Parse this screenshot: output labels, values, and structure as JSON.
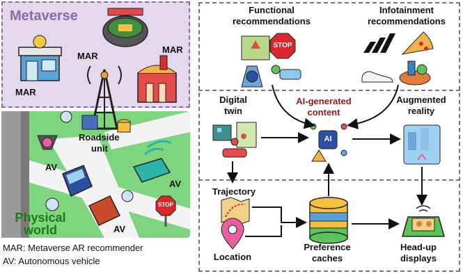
{
  "left_panel": {
    "metaverse_title": "Metaverse",
    "mar_labels": [
      "MAR",
      "MAR",
      "MAR"
    ],
    "roadside_unit": [
      "Roadside",
      "unit"
    ],
    "av_labels": [
      "AV",
      "AV",
      "AV"
    ],
    "physical_world": [
      "Physical",
      "world"
    ],
    "stop_sign": "STOP"
  },
  "legend": {
    "mar": "MAR: Metaverse AR recommender",
    "av": "AV: Autonomous vehicle"
  },
  "right_panel": {
    "functional": [
      "Functional",
      "recommendations"
    ],
    "infotainment": [
      "Infotainment",
      "recommendations"
    ],
    "digital_twin": [
      "Digital",
      "twin"
    ],
    "ai_generated": [
      "AI-generated",
      "content"
    ],
    "augmented_reality": [
      "Augmented",
      "reality"
    ],
    "trajectory": "Trajectory",
    "location": "Location",
    "preference_caches": [
      "Preference",
      "caches"
    ],
    "head_up_displays": [
      "Head-up",
      "displays"
    ],
    "stop_sign": "STOP",
    "ai_chip": "AI"
  },
  "colors": {
    "metaverse_bg": "#e4d8ec",
    "metaverse_title": "#8a6aa8",
    "physical_world_text": "#1c7a1c",
    "ai_content": "#8b1a1a",
    "grass": "#7fd47f"
  }
}
